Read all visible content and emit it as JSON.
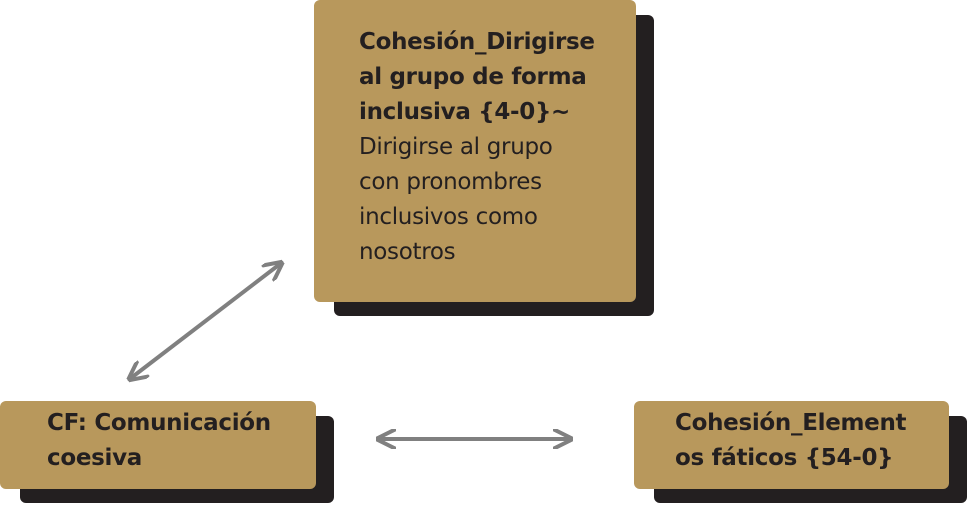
{
  "nodes": {
    "top": {
      "title_lines": [
        "Cohesión_Dirigirse",
        "al grupo de forma",
        "inclusiva {4-0}~"
      ],
      "desc_lines": [
        "Dirigirse al grupo",
        "con pronombres",
        "inclusivos como",
        "nosotros"
      ]
    },
    "left": {
      "title_lines": [
        "CF: Comunicación",
        "coesiva"
      ]
    },
    "right": {
      "title_lines": [
        "Cohesión_Element",
        "os fáticos {54-0}"
      ]
    }
  },
  "colors": {
    "card_fill": "#b8985c",
    "card_shadow": "#231f20",
    "arrow": "#808080",
    "text": "#231f20"
  }
}
